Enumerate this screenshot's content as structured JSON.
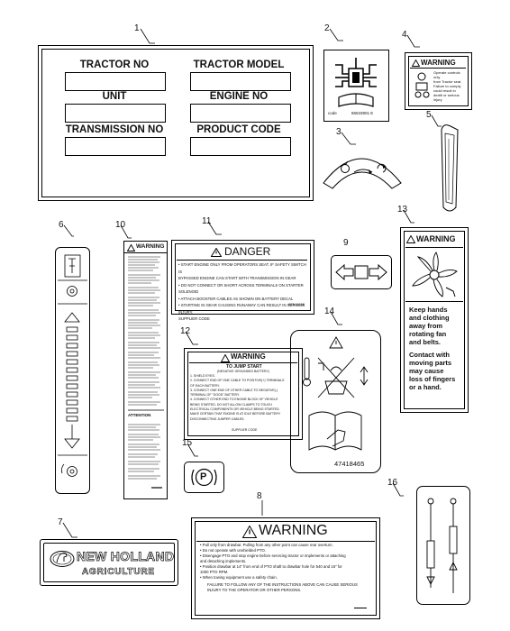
{
  "callouts": [
    "1",
    "2",
    "3",
    "4",
    "5",
    "6",
    "7",
    "8",
    "9",
    "10",
    "11",
    "12",
    "13",
    "14",
    "15",
    "16"
  ],
  "plate": {
    "tractor_no": "TRACTOR NO",
    "tractor_model": "TRACTOR MODEL",
    "unit": "UNIT",
    "engine_no": "ENGINE NO",
    "transmission_no": "TRANSMISSION NO",
    "product_code": "PRODUCT CODE"
  },
  "decal2": {
    "code_label": "code",
    "code_value": "86533901 E"
  },
  "decal4": {
    "title": "WARNING",
    "lines": [
      "Operate controls only",
      "from Tractor seat.",
      "Failure to comply",
      "could result in",
      "death or serious",
      "injury."
    ]
  },
  "decal10": {
    "title": "WARNING",
    "attention": "ATTENTION"
  },
  "decal11": {
    "title": "DANGER",
    "lines": [
      "• START ENGINE ONLY FROM OPERATORS SEAT. IF SAFETY SWITCH IS",
      "BYPASSED ENGINE CAN START WITH TRANSMISSION IN GEAR",
      "• DO NOT CONNECT OR SHORT ACROSS TERMINALS ON STARTER SOLENOID",
      "• ATTACH BOOSTER CABLES AS  SHOWN ON BATTERY DECAL",
      "• STARTING IN GEAR CAUSING RUNAWAY CAN RESULT IN SERIOUS INJURY."
    ],
    "supplier": "SUPPLIER CODE",
    "part_no": "87541088"
  },
  "decal12": {
    "title": "WARNING",
    "subtitle": "TO JUMP START",
    "subtitle2": "(NEGATIVE GROUNDED BATTERY)",
    "lines": [
      "1. SHIELD EYES.",
      "2. CONNECT END OF ONE CABLE TO POSITIVE(+) TERMINALS",
      "   OF EACH BATTERY.",
      "3. CONNECT ONE END OF OTHER CABLE TO NEGATIVE(-)",
      "   TERMINAL OF \"GOOD\" BATTERY.",
      "4. CONNECT OTHER END TO ENGINE BLOCK OF VEHICLE",
      "BEING STARTED. DO NOT ALLOW CLAMPS TO TOUCH",
      "ELECTRICAL COMPONENTS OR VEHICLE BEING STARTED.",
      "MAKE CERTAIN THAT ENGINE IS AT IDLE BEFORE BATTERY",
      "DISCONNECTING JUMPER CABLES."
    ],
    "supplier": "SUPPLIER CODE"
  },
  "decal13": {
    "title": "WARNING",
    "text1": [
      "Keep hands",
      "and clothing",
      "away from",
      "rotating fan",
      "and belts."
    ],
    "text2": [
      "Contact with",
      "moving parts",
      "may cause",
      "loss of fingers",
      "or a hand."
    ]
  },
  "decal14": {
    "part_no": "47418465"
  },
  "decal15": {
    "symbol": "P"
  },
  "decal7": {
    "brand": "NEW HOLLAND",
    "tagline": "AGRICULTURE"
  },
  "decal8": {
    "title": "WARNING",
    "lines": [
      "• Pull only from drawbar. Pulling from any other point can cause rear overturn.",
      "• Do not operate with unshielded PTO.",
      "• Disengage PTO and stop engine before servicing tractor or implements or attaching",
      "  and detaching implements.",
      "• Position drawbar at 14\" from end of PTO shaft to drawbar hole for 540 and 16\" for",
      "  1000 PTO RPM.",
      "• When towing equipment use a safety chain."
    ],
    "footer": [
      "FAILURE TO FOLLOW ANY OF THE INSTRUCTIONS ABOVE CAN  CAUSE SERIOUS",
      "INJURY TO THE OPERATOR OR OTHER PERSONS."
    ]
  }
}
